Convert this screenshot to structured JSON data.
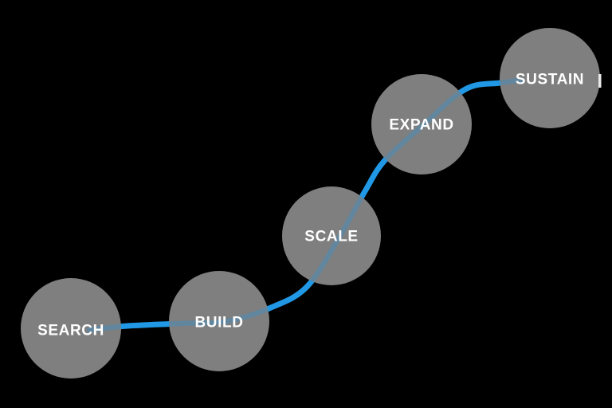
{
  "diagram": {
    "stages": [
      {
        "label": "SEARCH"
      },
      {
        "label": "BUILD"
      },
      {
        "label": "SCALE"
      },
      {
        "label": "EXPAND"
      },
      {
        "label": "SUSTAIN"
      }
    ]
  },
  "colors": {
    "background": "#000000",
    "curve_blue": "#2298E5",
    "node_gray": "#7F7F7F",
    "label_white": "#FFFFFF"
  }
}
